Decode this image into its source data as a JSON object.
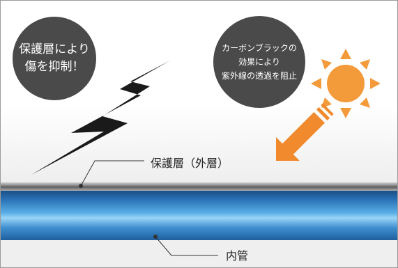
{
  "bubble_left": {
    "lines": [
      "保護層により",
      "傷を抑制！"
    ]
  },
  "bubble_right": {
    "lines": [
      "カーボンブラックの",
      "効果により",
      "紫外線の透過を阻止"
    ]
  },
  "labels": {
    "outer": "保護層（外層）",
    "inner": "内管"
  },
  "colors": {
    "bubble": "#4a4a4a",
    "sun": "#f39a3a",
    "arrow": "#f08a2c",
    "lightning": "#1a1a1a",
    "pipe": "#2a73b6"
  }
}
